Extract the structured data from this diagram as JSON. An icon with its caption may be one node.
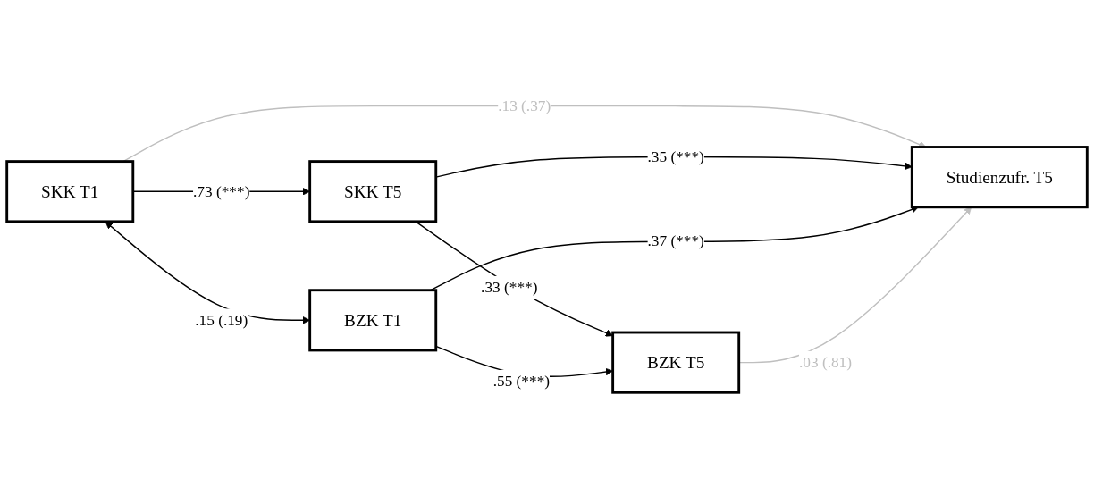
{
  "diagram": {
    "nodes": [
      {
        "text": [
          "SKK T1"
        ]
      },
      {
        "text": [
          "SKK T5"
        ]
      },
      {
        "text": [
          "Studienzufr. T5"
        ]
      },
      {
        "text": [
          "BZK T1"
        ]
      },
      {
        "text": [
          "BZK T5"
        ]
      }
    ],
    "edges": [
      {
        "from": 0,
        "to": 1,
        "arrow": "to",
        "label": ".73 (***)"
      },
      {
        "from": 0,
        "to": 2,
        "arrow": "to",
        "label": ".13 (.37)",
        "color": "#bfbfbf"
      },
      {
        "from": 0,
        "to": 3,
        "arrow": "both",
        "label": ".15 (.19)"
      },
      {
        "from": 1,
        "to": 2,
        "arrow": "to",
        "label": ".35 (***)"
      },
      {
        "from": 1,
        "to": 4,
        "arrow": "to",
        "label": ".33 (***)"
      },
      {
        "from": 3,
        "to": 2,
        "arrow": "to",
        "label": ".37 (***)"
      },
      {
        "from": 3,
        "to": 4,
        "arrow": "to",
        "label": ".55 (***)"
      },
      {
        "from": 4,
        "to": 2,
        "arrow": "to",
        "label": ".03 (.81)",
        "color": "#bfbfbf"
      }
    ]
  }
}
